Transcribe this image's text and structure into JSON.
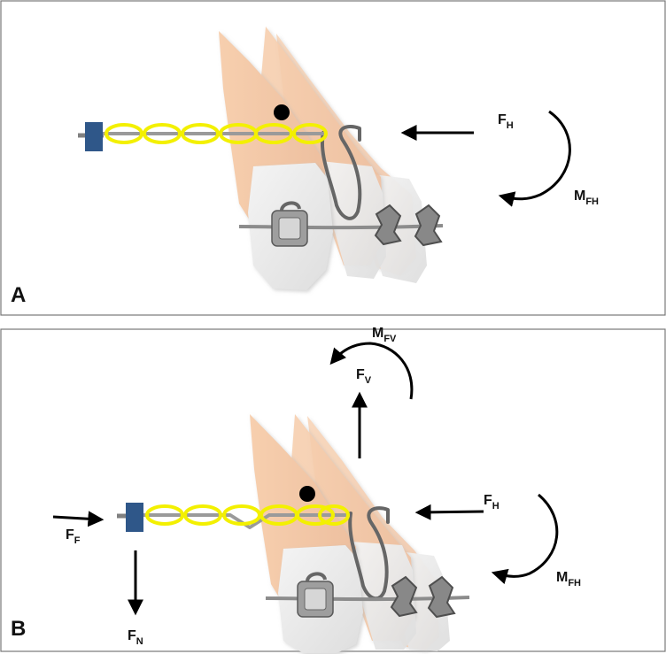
{
  "panels": [
    {
      "id": "A",
      "letter": "A",
      "labels": {
        "f_h": {
          "main": "F",
          "sub": "H"
        },
        "m_fh": {
          "main": "M",
          "sub": "FH"
        }
      }
    },
    {
      "id": "B",
      "letter": "B",
      "labels": {
        "f_v": {
          "main": "F",
          "sub": "V"
        },
        "m_fv": {
          "main": "M",
          "sub": "FV"
        },
        "f_h": {
          "main": "F",
          "sub": "H"
        },
        "m_fh": {
          "main": "M",
          "sub": "FH"
        },
        "f_f": {
          "main": "F",
          "sub": "F"
        },
        "f_n": {
          "main": "F",
          "sub": "N"
        }
      }
    }
  ],
  "colors": {
    "panel_border": "#777777",
    "root": "#f7cfae",
    "root_shadow": "#e9b998",
    "crown": "#f0f0f0",
    "crown_shadow": "#dcdcdc",
    "chain": "#f3f000",
    "wire": "#808080",
    "tube": "#2f5789",
    "bracket": "#a0a0a0",
    "bracket_dark": "#555555",
    "arrow": "#000000",
    "dot": "#000000",
    "spring": "#666666"
  },
  "icons": [
    "molar-tube-icon",
    "elastic-chain-icon",
    "bracket-icon",
    "resistance-center-dot",
    "force-arrow-icon",
    "moment-arrow-icon"
  ]
}
